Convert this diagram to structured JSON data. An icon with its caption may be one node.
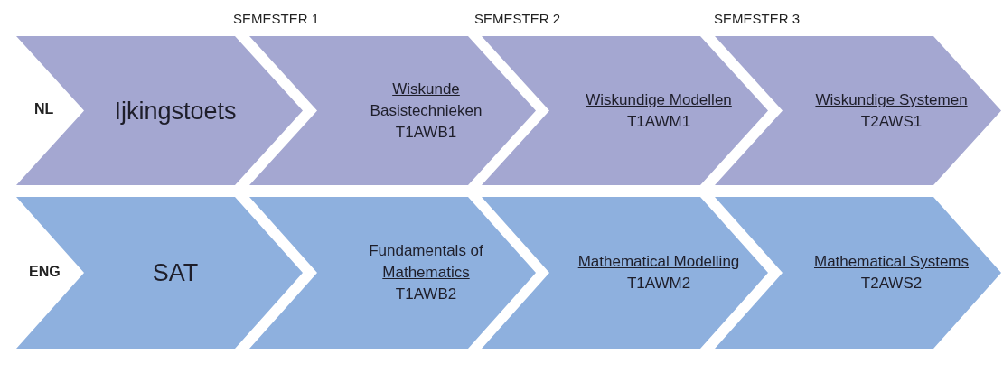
{
  "diagram": {
    "nodes": [
      {
        "text": [
          "Ijkingstoets"
        ]
      },
      {
        "text": [
          "Wiskunde Basistechnieken",
          "T1AWB1"
        ]
      },
      {
        "text": [
          "Wiskundige Modellen",
          "T1AWM1"
        ]
      },
      {
        "text": [
          "Wiskundige Systemen",
          "T2AWS1"
        ]
      },
      {
        "text": [
          "SAT"
        ]
      },
      {
        "text": [
          "Fundamentals of Mathematics",
          "T1AWB2"
        ]
      },
      {
        "text": [
          "Mathematical Modelling",
          "T1AWM2"
        ]
      },
      {
        "text": [
          "Mathematical Systems",
          "T2AWS2"
        ]
      }
    ],
    "labels": [
      "SEMESTER 1",
      "SEMESTER 2",
      "SEMESTER 3",
      "NL",
      "ENG"
    ]
  }
}
